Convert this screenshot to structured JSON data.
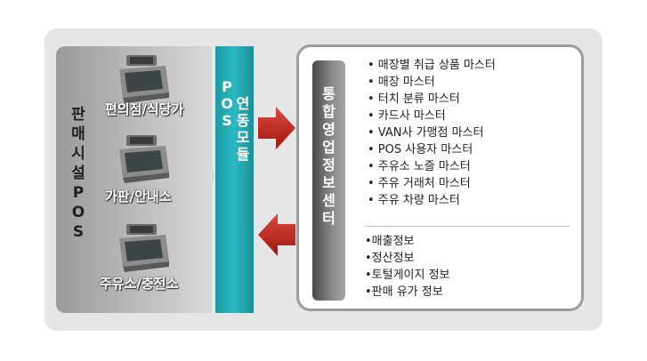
{
  "left": {
    "vertical_label": [
      "판",
      "매",
      "시",
      "설",
      "P",
      "O",
      "S"
    ],
    "terminals": [
      {
        "label": "편의점/식당가",
        "icon": "pos-terminal-icon"
      },
      {
        "label": "가판/안내소",
        "icon": "pos-terminal-icon"
      },
      {
        "label": "주유소/충전소",
        "icon": "pos-terminal-icon"
      }
    ]
  },
  "module": {
    "chars": [
      "P",
      "",
      "O",
      "연",
      "S",
      "동",
      "",
      "모",
      "",
      "듈"
    ]
  },
  "arrows": {
    "right_color": "#c0281c",
    "left_color": "#c0281c"
  },
  "center": {
    "chars": [
      "통",
      "합",
      "영",
      "업",
      "정",
      "보",
      "센",
      "터"
    ]
  },
  "masters": [
    "• 매장별 취급 상품 마스터",
    "• 매장 마스터",
    "• 터치 분류 마스터",
    "• 카드사 마스터",
    "• VAN사 가맹점 마스터",
    "• POS 사용자 마스터",
    "• 주유소 노즐 마스터",
    "• 주유 거래처 마스터",
    "• 주유 차량 마스터"
  ],
  "info": [
    "•매출정보",
    "•정산정보",
    "•토털게이지 정보",
    "•판매 유가 정보"
  ],
  "colors": {
    "module": "#2cb9c2",
    "panel": "#e6e6e6",
    "arrow": "#c0281c"
  }
}
